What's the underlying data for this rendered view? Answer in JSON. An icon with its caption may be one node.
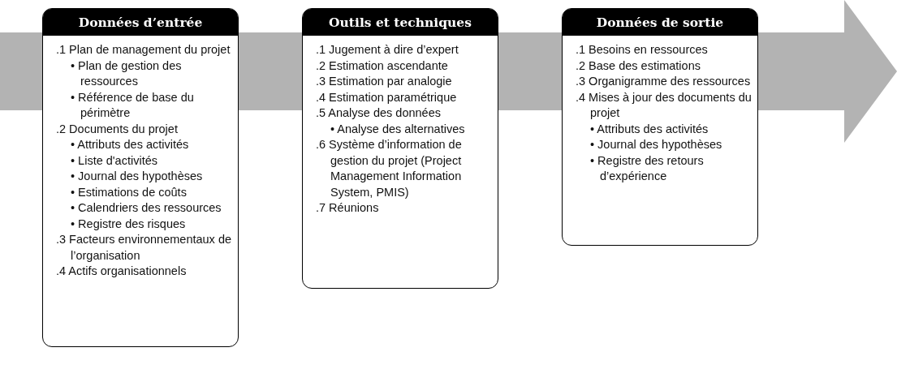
{
  "diagram": {
    "nodes": [
      {
        "text": [
          "Données d’entrée",
          ".1 Plan de management du projet",
          "• Plan de gestion des ressources",
          "• Référence de base du périmètre",
          ".2 Documents du projet",
          "• Attributs des activités",
          "• Liste d'activités",
          "• Journal des hypothèses",
          "• Estimations de coûts",
          "• Calendriers des ressources",
          "• Registre des risques",
          ".3 Facteurs environnementaux de l’organisation",
          ".4 Actifs organisationnels"
        ]
      },
      {
        "text": [
          "Outils et techniques",
          ".1 Jugement à dire d’expert",
          ".2 Estimation ascendante",
          ".3 Estimation par analogie",
          ".4 Estimation paramétrique",
          ".5 Analyse des données",
          "• Analyse des alternatives",
          ".6 Système d’information de gestion du projet (Project Management Information System, PMIS)",
          ".7 Réunions"
        ]
      },
      {
        "text": [
          "Données de sortie",
          ".1 Besoins en ressources",
          ".2 Base des estimations",
          ".3 Organigramme des ressources",
          ".4 Mises à jour des documents du projet",
          "• Attributs des activités",
          "• Journal des hypothèses",
          "• Registre des retours d’expérience"
        ]
      }
    ],
    "edges": []
  }
}
